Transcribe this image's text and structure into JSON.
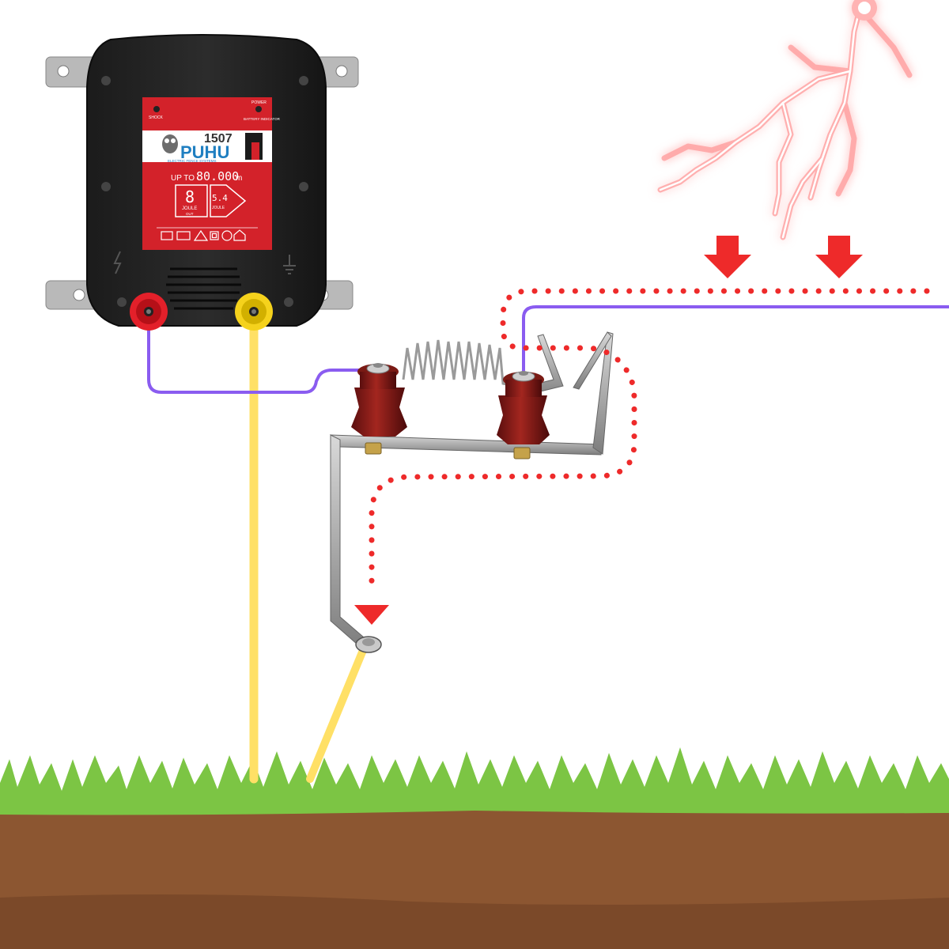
{
  "energizer": {
    "model_number": "1507",
    "brand": "PUHU",
    "tagline": "ELECTRIC FENCE SYSTEMS",
    "shock_label": "SHOCK",
    "power_label": "POWER",
    "battery_label": "BATTERY INDICATOR",
    "range_prefix": "UP TO",
    "range_value": "80.000",
    "range_unit": "m",
    "joule_value": "8",
    "joule_label": "JOULE",
    "joule_sublabel": "OUT",
    "stored_value": "5.4",
    "stored_label": "JOULE",
    "terminal_fence_color": "#e3202a",
    "terminal_earth_color": "#f5d21c"
  },
  "wires": {
    "fence_line_color": "#8a5cf0",
    "earth_line_color": "#ffe066",
    "lightning_path_color": "#ee2a2a"
  },
  "ground": {
    "grass_color": "#7cc544",
    "soil_color": "#8c5631"
  },
  "icons": [
    "lightning-icon",
    "down-arrow-icon",
    "ground-symbol-icon",
    "lightning-symbol-icon"
  ]
}
